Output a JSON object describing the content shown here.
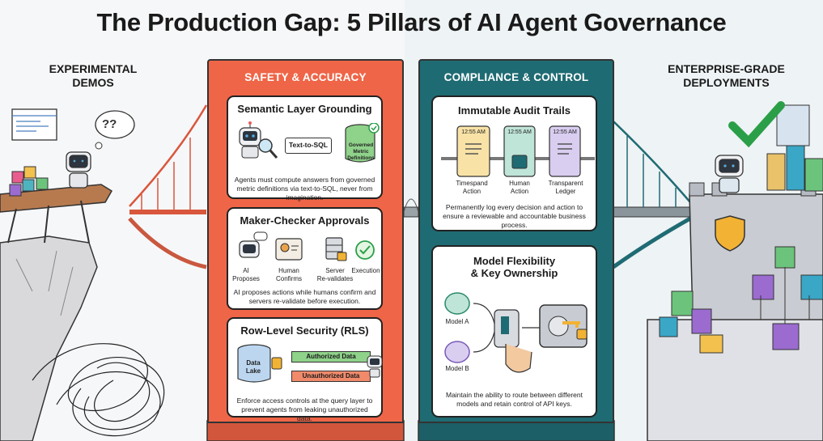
{
  "title": "The Production Gap: 5 Pillars of AI Agent Governance",
  "left_label": "EXPERIMENTAL\nDEMOS",
  "right_label": "ENTERPRISE-GRADE\nDEPLOYMENTS",
  "left_tower": {
    "heading": "SAFETY & ACCURACY",
    "color": "#ef6547",
    "cards": [
      {
        "title": "Semantic Layer Grounding",
        "items": [
          "Text-to-SQL",
          "Governed\nMetric\nDefinitions"
        ],
        "desc": "Agents must compute answers from governed metric definitions via text-to-SQL, never from imagination."
      },
      {
        "title": "Maker-Checker Approvals",
        "items": [
          "AI\nProposes",
          "Human\nConfirms",
          "Server\nRe-validates",
          "Execution"
        ],
        "desc": "AI proposes actions while humans confirm and servers re-validate before execution."
      },
      {
        "title": "Row-Level Security (RLS)",
        "items": [
          "Data\nLake",
          "Authorized Data",
          "Unauthorized Data"
        ],
        "desc": "Enforce access controls at the query layer to prevent agents from leaking unauthorized data."
      }
    ]
  },
  "right_tower": {
    "heading": "COMPLIANCE & CONTROL",
    "color": "#1f6b73",
    "cards": [
      {
        "title": "Immutable Audit Trails",
        "times": [
          "12:55 AM",
          "12:55 AM",
          "12:55 AM"
        ],
        "items": [
          "Timespand\nAction",
          "Human\nAction",
          "Transparent\nLedger"
        ],
        "desc": "Permanently log every decision and action to ensure a reviewable and accountable business process."
      },
      {
        "title": "Model Flexibility\n& Key Ownership",
        "items": [
          "Model A",
          "Model B"
        ],
        "desc": "Maintain the ability to route between different models and retain control of API keys."
      }
    ]
  },
  "sketch_marks": [
    "??"
  ],
  "icons": [
    "robot-icon",
    "magnifier-icon",
    "database-icon",
    "check-icon",
    "shield-icon",
    "lock-icon",
    "key-icon",
    "brain-icon",
    "vault-icon",
    "server-icon",
    "chain-icon"
  ]
}
